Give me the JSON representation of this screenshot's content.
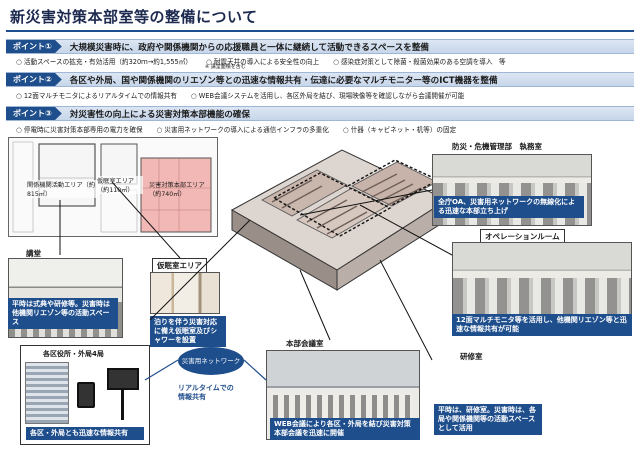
{
  "title": "新災害対策本部室等の整備について",
  "points": [
    {
      "badge": "ポイント①",
      "text": "大規模災害時に、政府や関係機関からの応援職員と一体に継続して活動できるスペースを整備",
      "items": [
        "活動スペースの拡充・有効活用（約320ｍ→約1,555㎡）",
        "耐震天井の導入による安全性の向上",
        "感染症対策として除菌・殺菌効果のある空調を導入　等"
      ],
      "note": "※ 講堂面積を含む"
    },
    {
      "badge": "ポイント②",
      "text": "各区や外局、国や関係機関のリエゾン等との迅速な情報共有・伝達に必要なマルチモニター等のICT機器を整備",
      "items": [
        "12面マルチモニタによるリアルタイムでの情報共有",
        "WEB会議システムを活用し、各区外局を結び、現場映像等を確認しながら会議開催が可能"
      ]
    },
    {
      "badge": "ポイント③",
      "text": "対災害性の向上による災害対策本部機能の確保",
      "items": [
        "停電時に災害対策本部専用の電力を確保",
        "災害用ネットワークの導入による通信インフラの多重化",
        "什器（キャビネット・机等）の固定"
      ]
    }
  ],
  "plan": {
    "area1": "関係機関活動エリア（約815㎡）",
    "area2": "仮眠室エリア（約110㎡）",
    "area3": "災害対策本部エリア（約740㎡）"
  },
  "rooms": {
    "kodo": {
      "label": "講堂",
      "caption": "平時は式典や研修等。災害時は他機関リエゾン等の活動スペース"
    },
    "kaminshitsu": {
      "label": "仮眠室エリア",
      "caption": "泊りを伴う災害対応に備え仮眠室及びシャワーを設置"
    },
    "kakku": {
      "label": "各区役所・外局4局",
      "caption": "各区・外局とも迅速な情報共有"
    },
    "honbu": {
      "label": "本部会議室",
      "caption": "WEB会議により各区・外局を結び災害対策本部会議を迅速に開催"
    },
    "bousai": {
      "label": "防災・危機管理部　執務室",
      "caption": "全庁OA、災害用ネットワークの無線化による迅速な本部立ち上げ"
    },
    "operation": {
      "label": "オペレーションルーム",
      "caption": "12面マルチモニタ等を活用し、他機関リエゾン等と迅速な情報共有が可能"
    },
    "kenshu": {
      "label": "研修室",
      "caption": "平時は、研修室。災害時は、各局や関係機関等の活動スペースとして活用"
    }
  },
  "network": {
    "bubble": "災害用ネットワーク",
    "realtime": "リアルタイムでの情報共有"
  },
  "colors": {
    "accent": "#1f4e8c",
    "band": "#dce6f3",
    "pinkArea": "#f2b8b5"
  }
}
